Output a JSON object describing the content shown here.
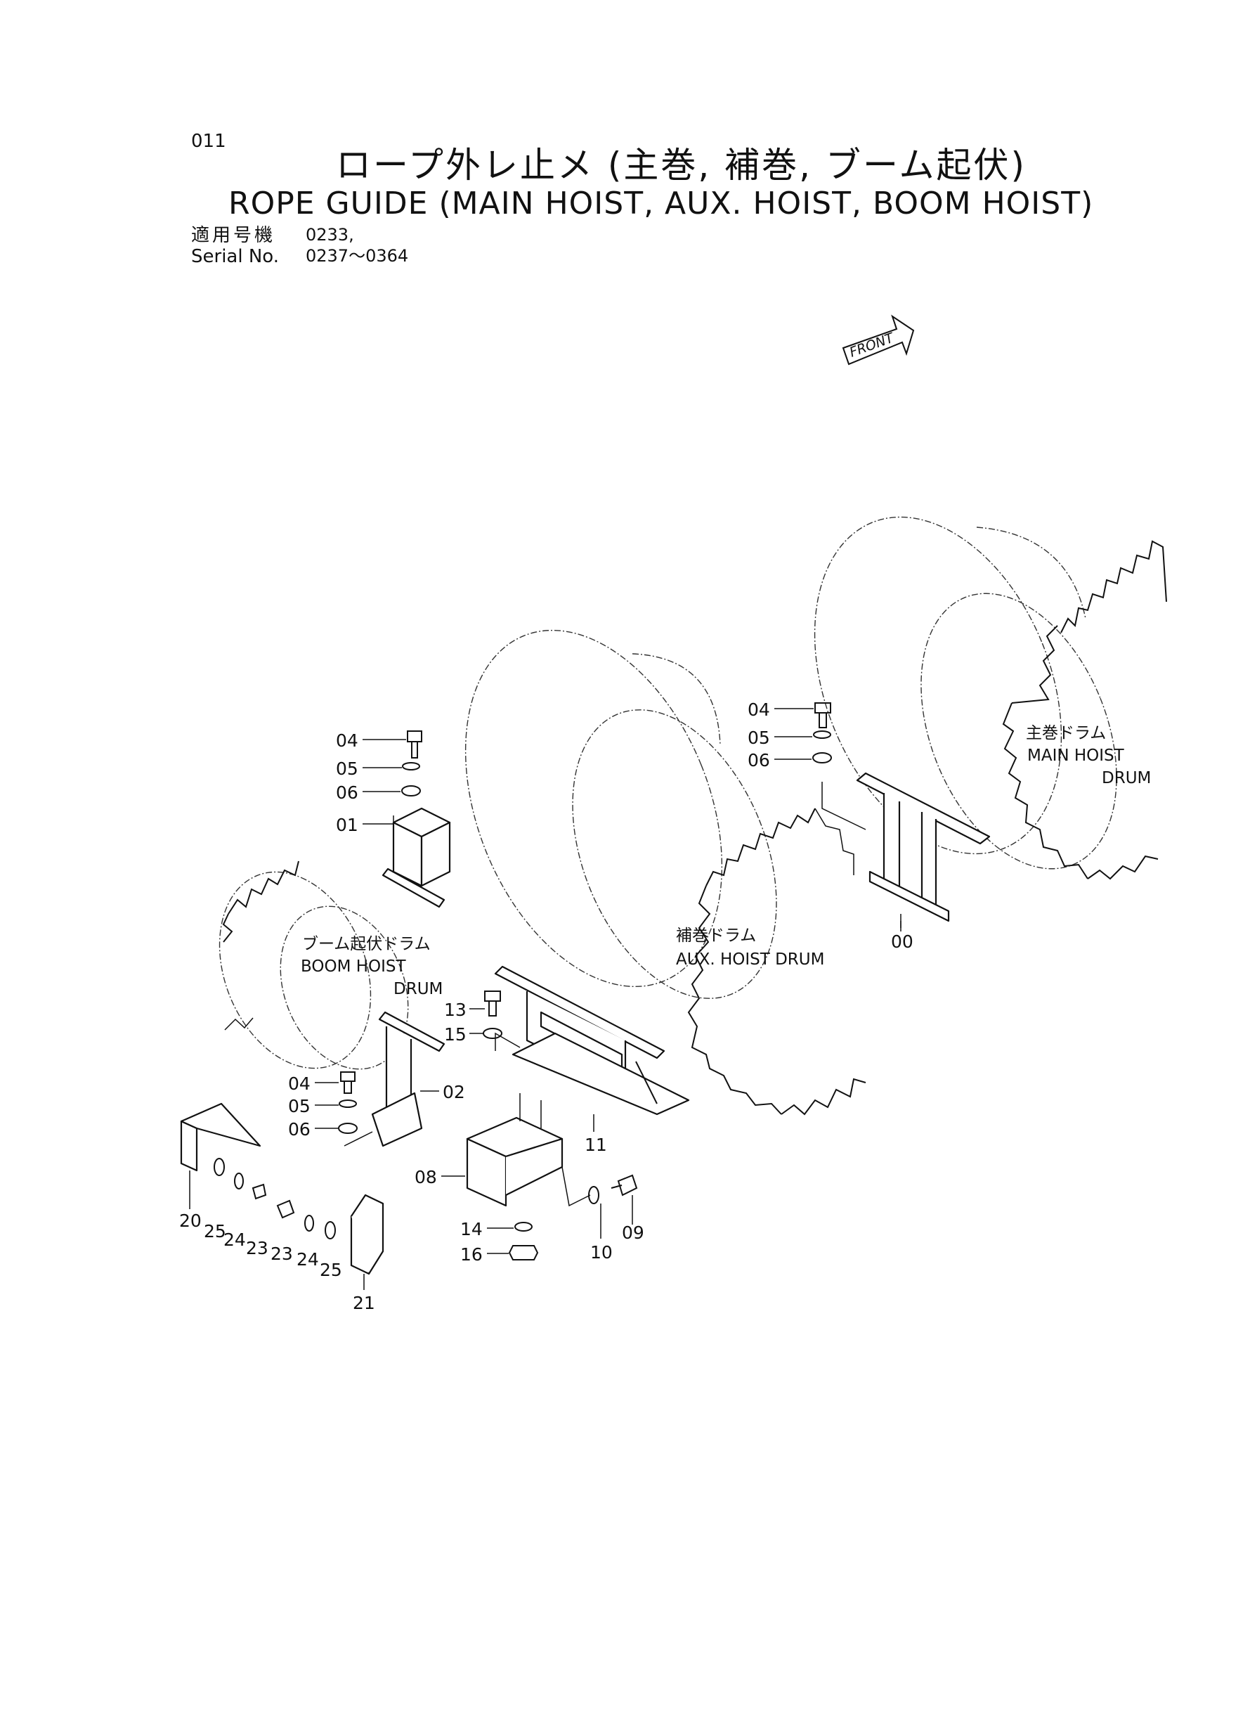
{
  "header": {
    "page_number": "011",
    "title_jp": "ロープ外レ止メ (主巻, 補巻, ブーム起伏)",
    "title_en": "ROPE GUIDE (MAIN HOIST, AUX. HOIST, BOOM HOIST)",
    "serial_jp_label": "適用号機",
    "serial_jp_value": "0233,",
    "serial_en_label": "Serial No.",
    "serial_en_value": "0237～0364"
  },
  "front_marker": "FRONT",
  "drums": {
    "main": {
      "jp": "主巻ドラム",
      "en_line1": "MAIN  HOIST",
      "en_line2": "DRUM"
    },
    "aux": {
      "jp": "補巻ドラム",
      "en_line1": "AUX.  HOIST DRUM"
    },
    "boom": {
      "jp": "ブーム起伏ドラム",
      "en_line1": "BOOM  HOIST",
      "en_line2": "DRUM"
    }
  },
  "callouts": {
    "c00": "00",
    "c01": "01",
    "c02": "02",
    "c04_main": "04",
    "c05_main": "05",
    "c06_main": "06",
    "c04_boom": "04",
    "c05_boom": "05",
    "c06_boom": "06",
    "c04_low": "04",
    "c05_low": "05",
    "c06_low": "06",
    "c08": "08",
    "c09": "09",
    "c10": "10",
    "c11": "11",
    "c13": "13",
    "c14": "14",
    "c15": "15",
    "c16": "16",
    "c20": "20",
    "c21": "21",
    "c23a": "23",
    "c23b": "23",
    "c24a": "24",
    "c24b": "24",
    "c25a": "25",
    "c25b": "25"
  }
}
